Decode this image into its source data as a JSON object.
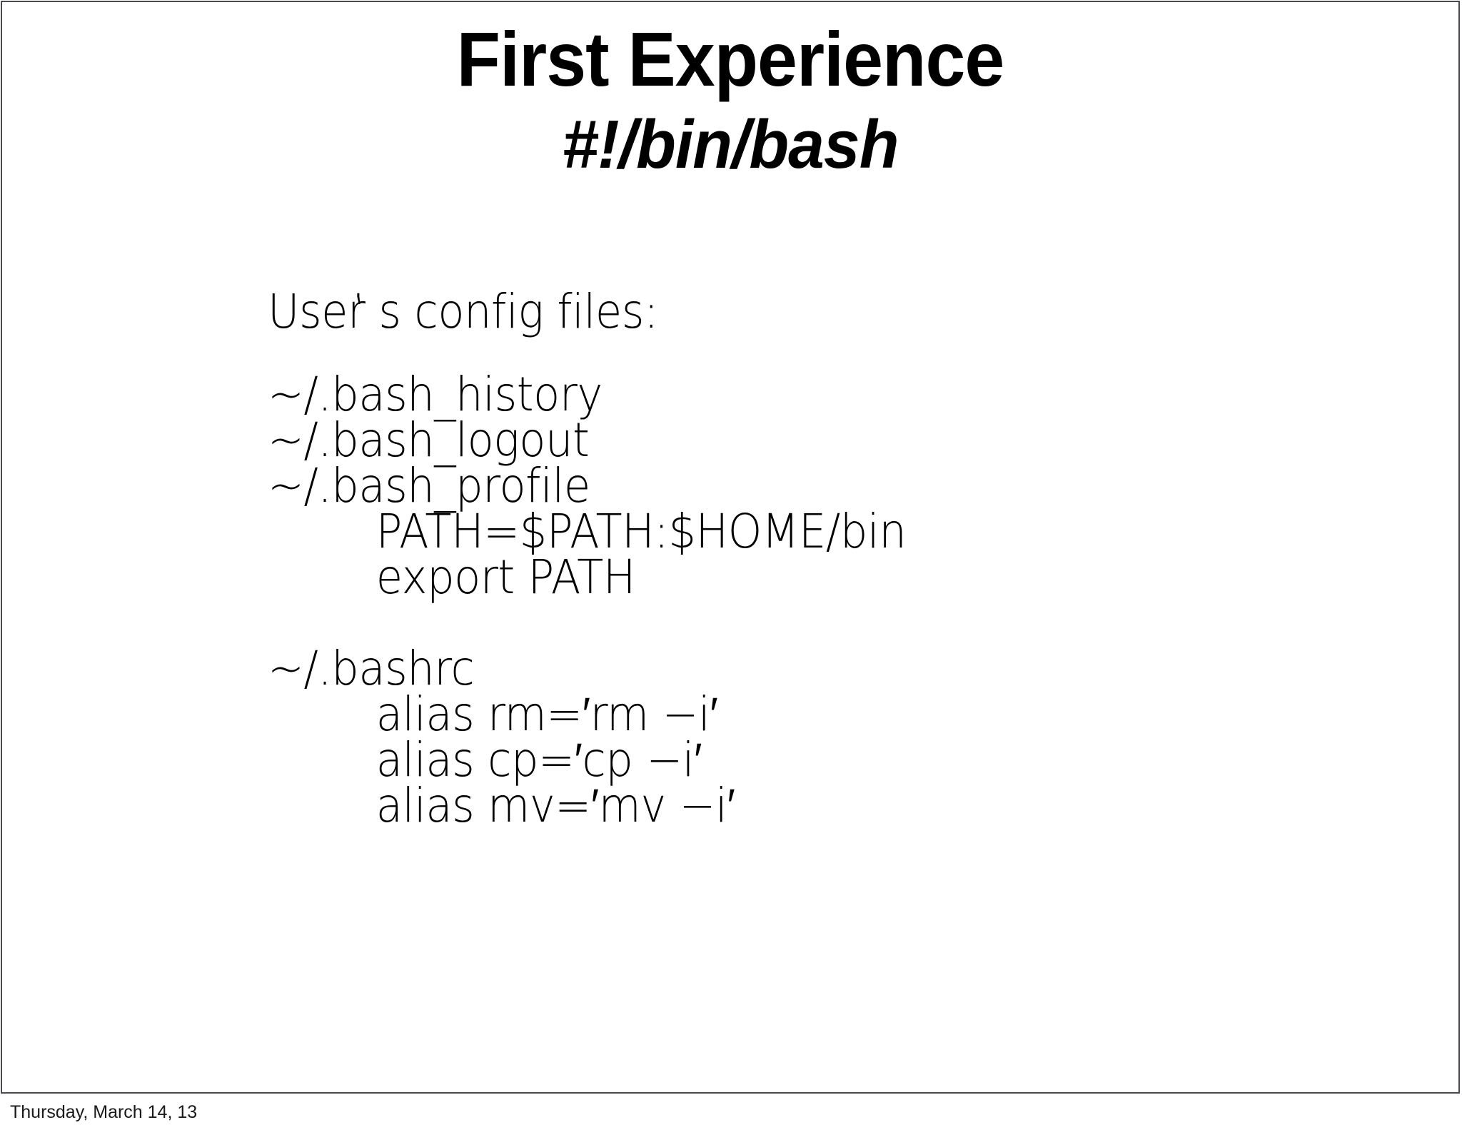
{
  "slide": {
    "title": "First Experience",
    "subtitle": "#!/bin/bash",
    "border_color": "#4b4b4f",
    "background_color": "#ffffff",
    "text_color": "#000000"
  },
  "body": {
    "heading": "User‛s config files:",
    "lines": [
      {
        "text": "~/.bash_history",
        "indent": false
      },
      {
        "text": "~/.bash_logout",
        "indent": false
      },
      {
        "text": "~/.bash_profile",
        "indent": false
      },
      {
        "text": "PATH=$PATH:$HOME/bin",
        "indent": true
      },
      {
        "text": "export PATH",
        "indent": true
      },
      {
        "text": " ",
        "indent": false
      },
      {
        "text": "~/.bashrc",
        "indent": false
      },
      {
        "text": "alias rm=′rm −i′",
        "indent": true
      },
      {
        "text": "alias cp=′cp −i′",
        "indent": true
      },
      {
        "text": "alias mv=′mv −i′",
        "indent": true
      }
    ]
  },
  "footer": {
    "date": "Thursday, March 14, 13"
  }
}
